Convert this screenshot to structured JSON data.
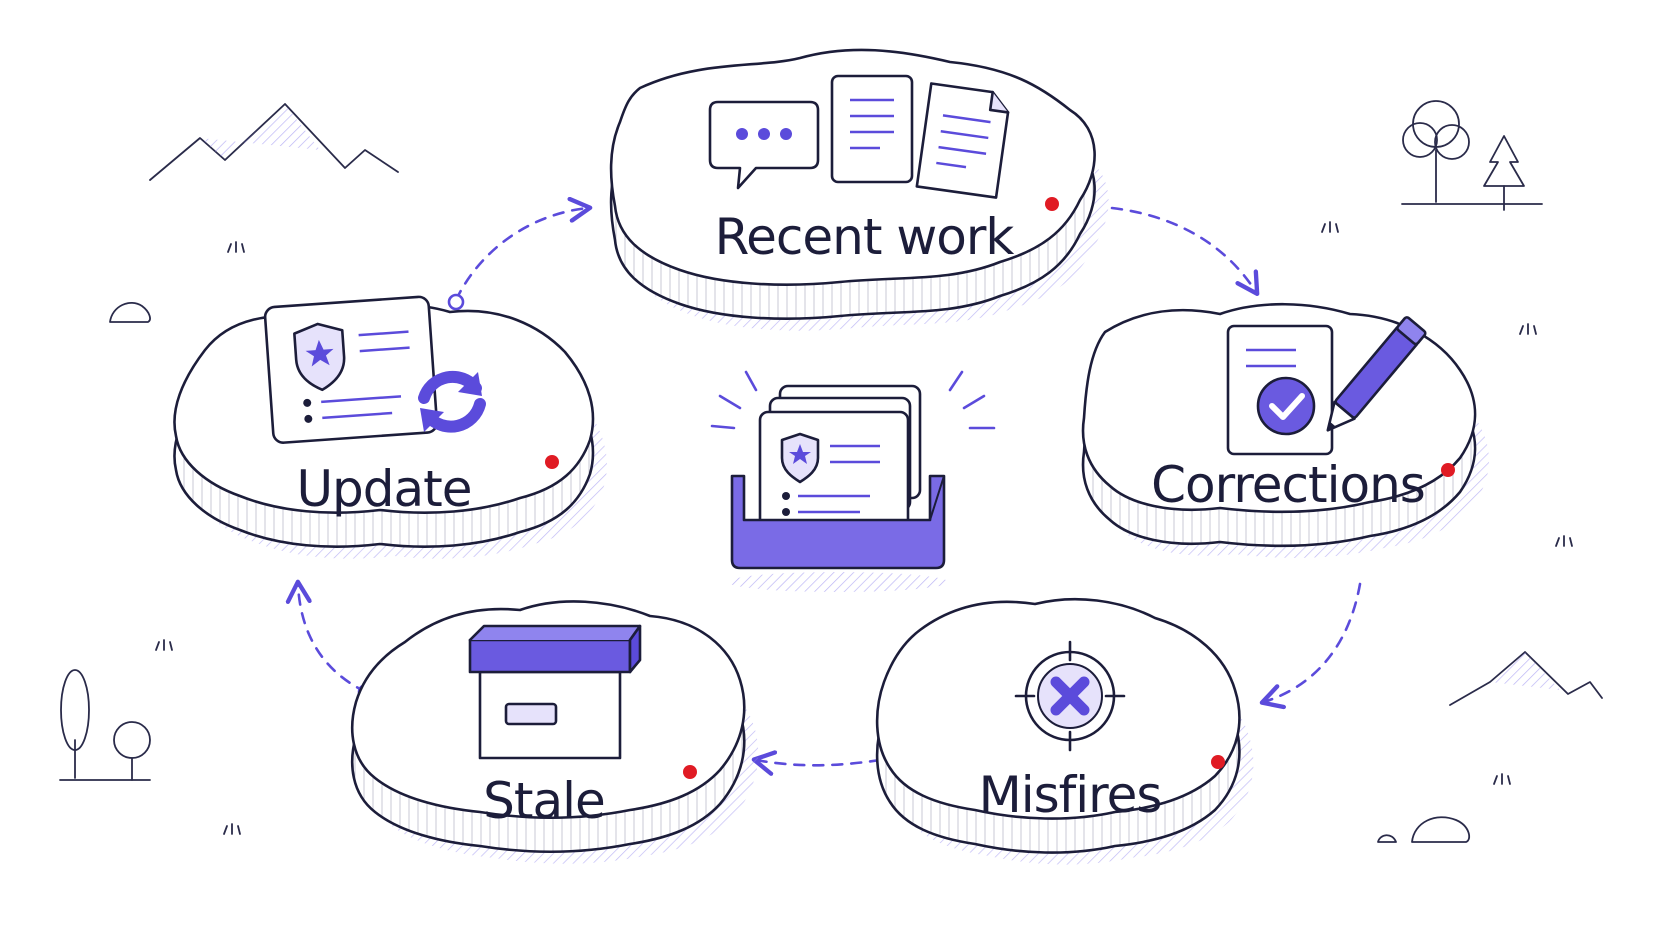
{
  "diagram": {
    "stages": [
      {
        "id": "recent-work",
        "label": "Recent work"
      },
      {
        "id": "corrections",
        "label": "Corrections"
      },
      {
        "id": "misfires",
        "label": "Misfires"
      },
      {
        "id": "stale",
        "label": "Stale"
      },
      {
        "id": "update",
        "label": "Update"
      }
    ],
    "center": {
      "icon": "memory-card-tray-icon"
    },
    "flow": [
      "recent-work",
      "corrections",
      "misfires",
      "stale",
      "update",
      "recent-work"
    ],
    "icons": {
      "recent-work": [
        "chat-bubble-icon",
        "document-icon",
        "document-icon"
      ],
      "corrections": [
        "checked-document-icon",
        "pencil-icon"
      ],
      "misfires": [
        "target-x-icon"
      ],
      "stale": [
        "archive-box-icon"
      ],
      "update": [
        "shield-card-icon",
        "refresh-icon"
      ]
    }
  },
  "colors": {
    "accent": "#5b4bdb",
    "accent_light": "#8f84ee",
    "accent_fill": "#e6e2fb",
    "ink": "#1c1d3a",
    "marker": "#e01b24"
  }
}
